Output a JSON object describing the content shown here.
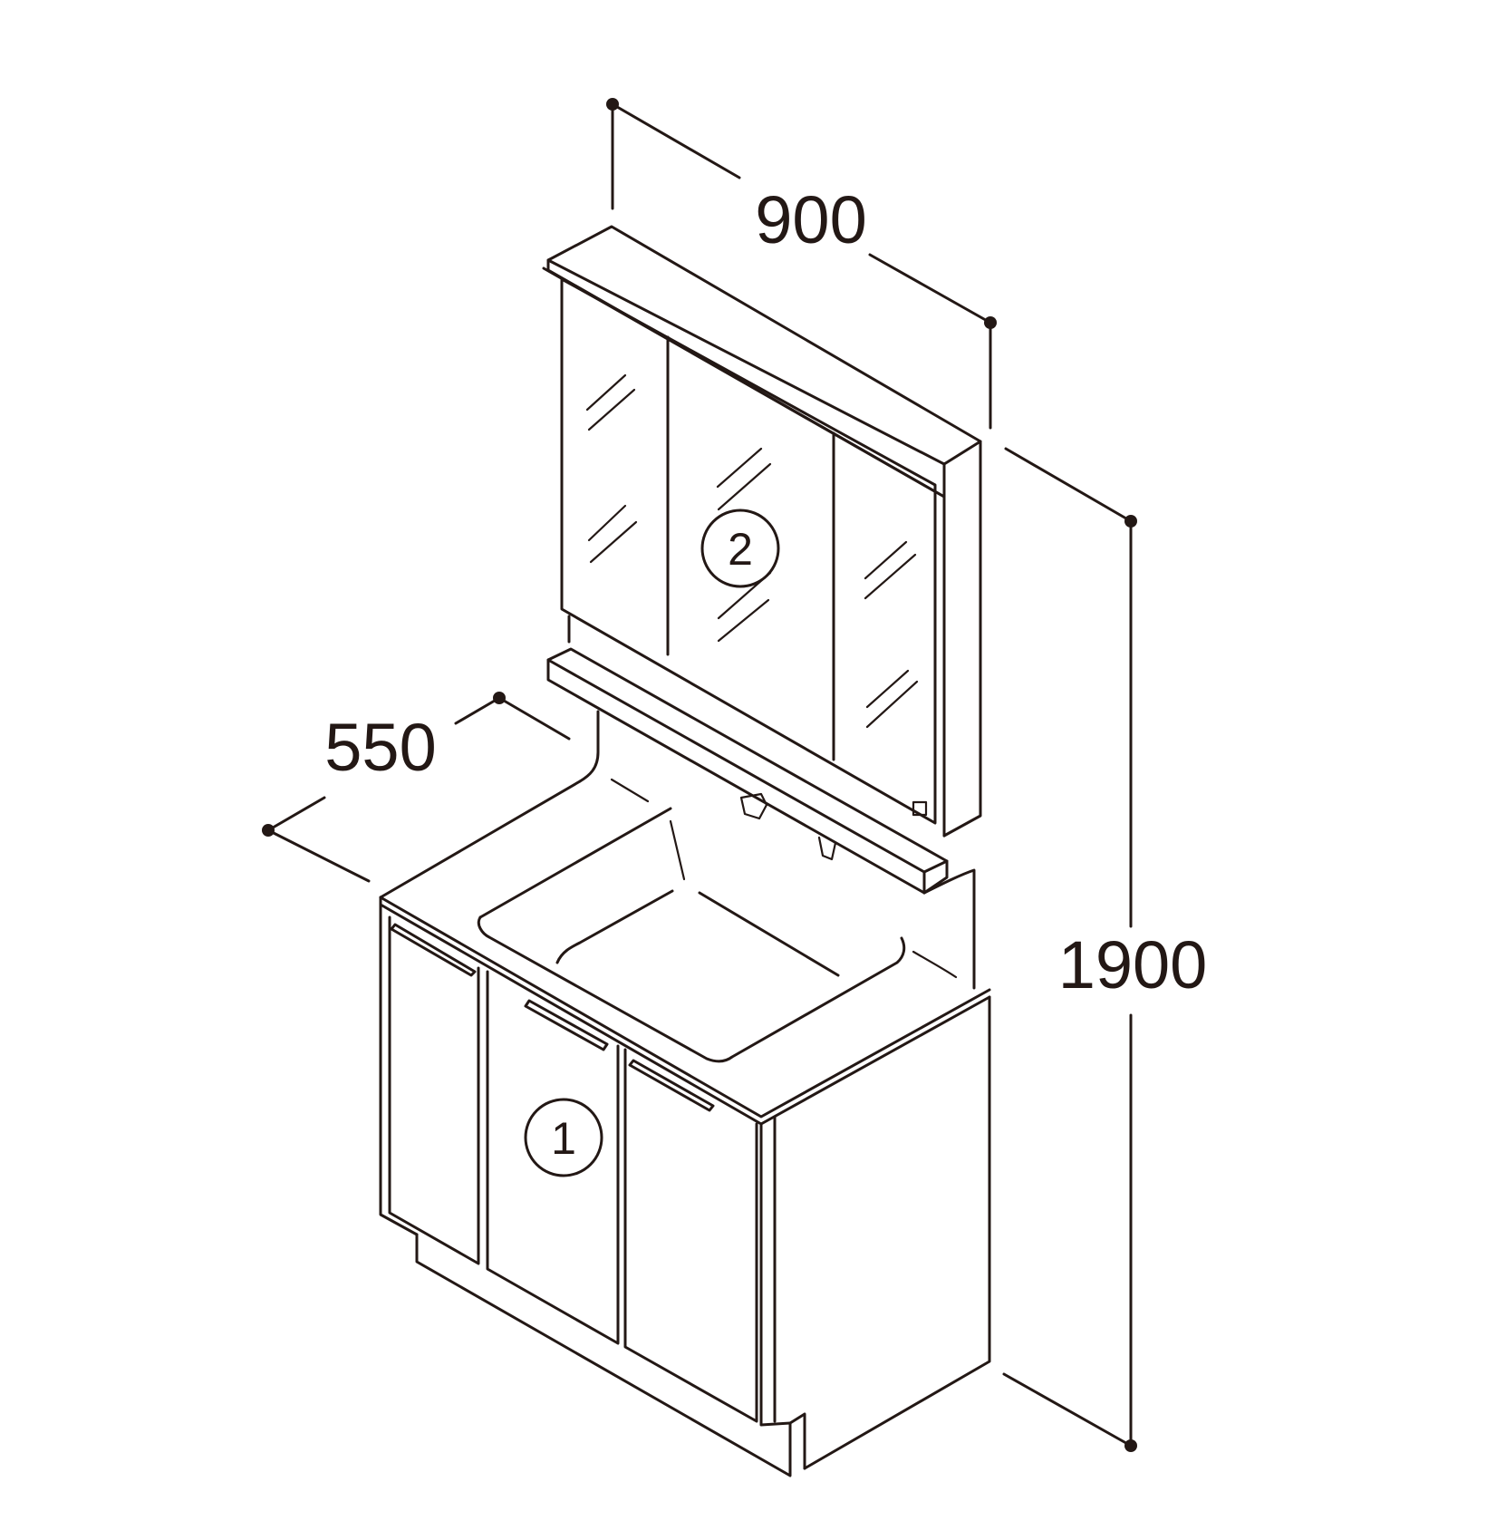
{
  "dimensions": {
    "width": "900",
    "depth": "550",
    "height": "1900"
  },
  "labels": {
    "vanity": "1",
    "mirror_cabinet": "2"
  }
}
